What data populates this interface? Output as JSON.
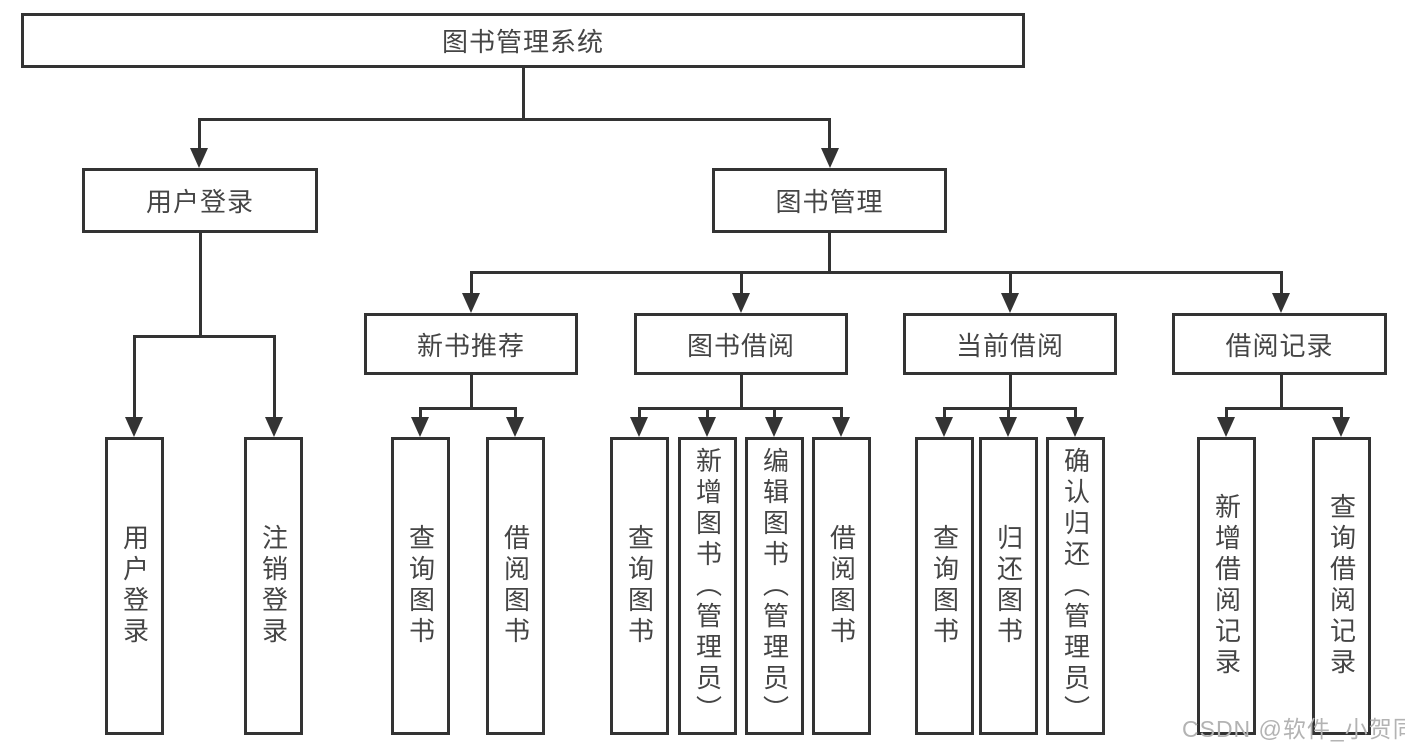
{
  "diagram": {
    "title": "图书管理系统",
    "watermark": "CSDN @软件_小贺同学",
    "colors": {
      "line": "#333333",
      "box_border": "#333333",
      "box_fill": "#ffffff",
      "text": "#454545",
      "watermark": "#b3b3b3",
      "background": "#ffffff"
    },
    "nodes": {
      "root": "图书管理系统",
      "user_login": "用户登录",
      "book_mgmt": "图书管理",
      "new_book_rec": "新书推荐",
      "book_borrow": "图书借阅",
      "current_borrow": "当前借阅",
      "borrow_records": "借阅记录",
      "leaf_user_login": "用户登录",
      "leaf_logout": "注销登录",
      "leaf_rec_query": "查询图书",
      "leaf_rec_borrow": "借阅图书",
      "leaf_bb_query": "查询图书",
      "leaf_bb_add": "新增图书（管理员）",
      "leaf_bb_edit": "编辑图书（管理员）",
      "leaf_bb_borrow": "借阅图书",
      "leaf_cb_query": "查询图书",
      "leaf_cb_return": "归还图书",
      "leaf_cb_confirm": "确认归还（管理员）",
      "leaf_br_add": "新增借阅记录",
      "leaf_br_query": "查询借阅记录"
    },
    "structure": {
      "root_children": [
        "user_login",
        "book_mgmt"
      ],
      "user_login_children": [
        "leaf_user_login",
        "leaf_logout"
      ],
      "book_mgmt_children": [
        "new_book_rec",
        "book_borrow",
        "current_borrow",
        "borrow_records"
      ],
      "new_book_rec_children": [
        "leaf_rec_query",
        "leaf_rec_borrow"
      ],
      "book_borrow_children": [
        "leaf_bb_query",
        "leaf_bb_add",
        "leaf_bb_edit",
        "leaf_bb_borrow"
      ],
      "current_borrow_children": [
        "leaf_cb_query",
        "leaf_cb_return",
        "leaf_cb_confirm"
      ],
      "borrow_records_children": [
        "leaf_br_add",
        "leaf_br_query"
      ]
    }
  }
}
